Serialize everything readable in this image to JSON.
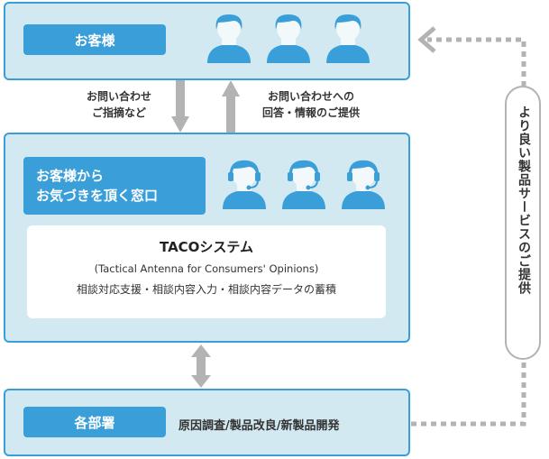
{
  "customers": {
    "label": "お客様"
  },
  "arrow_left_text": [
    "お問い合わせ",
    "ご指摘など"
  ],
  "arrow_right_text": [
    "お問い合わせへの",
    "回答・情報のご提供"
  ],
  "contact": {
    "label_line1": "お客様から",
    "label_line2": "お気づきを頂く窓口"
  },
  "taco": {
    "title": "TACOシステム",
    "subtitle": "(Tactical Antenna for Consumers' Opinions)",
    "desc": "相談対応支援・相談内容入力・相談内容データの蓄積"
  },
  "departments": {
    "label": "各部署",
    "desc": "原因調査/製品改良/新製品開発"
  },
  "feedback_label": "より良い製品サービスのご提供",
  "colors": {
    "accent": "#3a9fd8",
    "panel_bg": "#d3e9f1",
    "arrow_gray": "#b3b3b3"
  }
}
